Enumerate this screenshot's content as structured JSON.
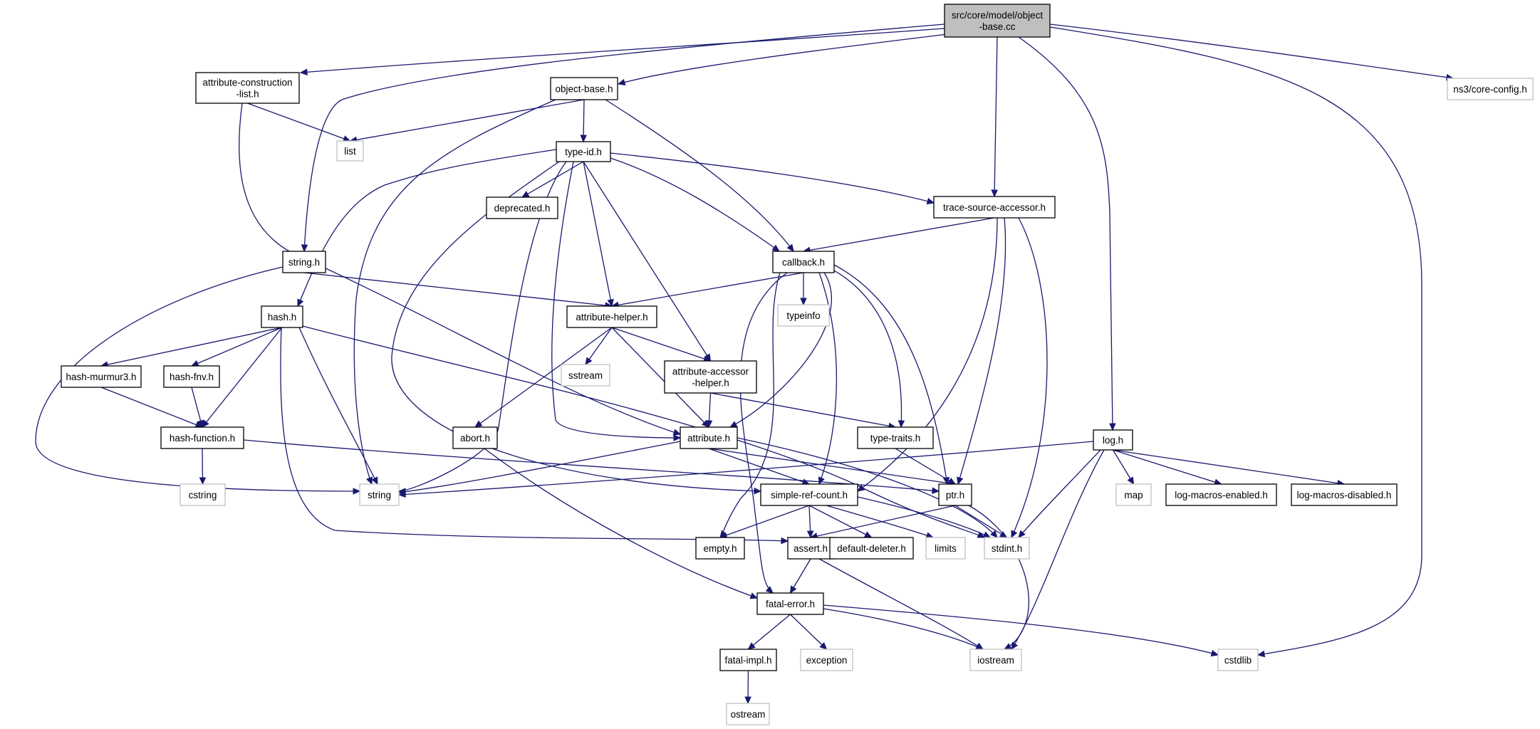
{
  "diagram": {
    "type": "include-dependency-graph",
    "nodes": [
      {
        "id": "root",
        "lines": [
          "src/core/model/object",
          "-base.cc"
        ],
        "kind": "root"
      },
      {
        "id": "acl",
        "lines": [
          "attribute-construction",
          "-list.h"
        ],
        "kind": "header"
      },
      {
        "id": "obase",
        "lines": [
          "object-base.h"
        ],
        "kind": "header"
      },
      {
        "id": "nscfg",
        "lines": [
          "ns3/core-config.h"
        ],
        "kind": "external"
      },
      {
        "id": "list",
        "lines": [
          "list"
        ],
        "kind": "external"
      },
      {
        "id": "typeid",
        "lines": [
          "type-id.h"
        ],
        "kind": "header"
      },
      {
        "id": "deprecated",
        "lines": [
          "deprecated.h"
        ],
        "kind": "header"
      },
      {
        "id": "tsa",
        "lines": [
          "trace-source-accessor.h"
        ],
        "kind": "header"
      },
      {
        "id": "stringh",
        "lines": [
          "string.h"
        ],
        "kind": "header"
      },
      {
        "id": "callback",
        "lines": [
          "callback.h"
        ],
        "kind": "header"
      },
      {
        "id": "typeinfo",
        "lines": [
          "typeinfo"
        ],
        "kind": "external"
      },
      {
        "id": "hash",
        "lines": [
          "hash.h"
        ],
        "kind": "header"
      },
      {
        "id": "ahelper",
        "lines": [
          "attribute-helper.h"
        ],
        "kind": "header"
      },
      {
        "id": "sstream",
        "lines": [
          "sstream"
        ],
        "kind": "external"
      },
      {
        "id": "aaccessor",
        "lines": [
          "attribute-accessor",
          "-helper.h"
        ],
        "kind": "header"
      },
      {
        "id": "murmur",
        "lines": [
          "hash-murmur3.h"
        ],
        "kind": "header"
      },
      {
        "id": "fnv",
        "lines": [
          "hash-fnv.h"
        ],
        "kind": "header"
      },
      {
        "id": "hfunc",
        "lines": [
          "hash-function.h"
        ],
        "kind": "header"
      },
      {
        "id": "abort",
        "lines": [
          "abort.h"
        ],
        "kind": "header"
      },
      {
        "id": "attr",
        "lines": [
          "attribute.h"
        ],
        "kind": "header"
      },
      {
        "id": "ttraits",
        "lines": [
          "type-traits.h"
        ],
        "kind": "header"
      },
      {
        "id": "log",
        "lines": [
          "log.h"
        ],
        "kind": "header"
      },
      {
        "id": "cstring",
        "lines": [
          "cstring"
        ],
        "kind": "external"
      },
      {
        "id": "string",
        "lines": [
          "string"
        ],
        "kind": "external"
      },
      {
        "id": "src",
        "lines": [
          "simple-ref-count.h"
        ],
        "kind": "header"
      },
      {
        "id": "ptr",
        "lines": [
          "ptr.h"
        ],
        "kind": "header"
      },
      {
        "id": "map",
        "lines": [
          "map"
        ],
        "kind": "external"
      },
      {
        "id": "lme",
        "lines": [
          "log-macros-enabled.h"
        ],
        "kind": "header"
      },
      {
        "id": "lmd",
        "lines": [
          "log-macros-disabled.h"
        ],
        "kind": "header"
      },
      {
        "id": "empty",
        "lines": [
          "empty.h"
        ],
        "kind": "header"
      },
      {
        "id": "assert",
        "lines": [
          "assert.h"
        ],
        "kind": "header"
      },
      {
        "id": "ddeleter",
        "lines": [
          "default-deleter.h"
        ],
        "kind": "header"
      },
      {
        "id": "limits",
        "lines": [
          "limits"
        ],
        "kind": "external"
      },
      {
        "id": "stdint",
        "lines": [
          "stdint.h"
        ],
        "kind": "external"
      },
      {
        "id": "fatal",
        "lines": [
          "fatal-error.h"
        ],
        "kind": "header"
      },
      {
        "id": "fimpl",
        "lines": [
          "fatal-impl.h"
        ],
        "kind": "header"
      },
      {
        "id": "exception",
        "lines": [
          "exception"
        ],
        "kind": "external"
      },
      {
        "id": "iostream",
        "lines": [
          "iostream"
        ],
        "kind": "external"
      },
      {
        "id": "cstdlib",
        "lines": [
          "cstdlib"
        ],
        "kind": "external"
      },
      {
        "id": "ostream",
        "lines": [
          "ostream"
        ],
        "kind": "external"
      }
    ],
    "edges": [
      [
        "root",
        "acl"
      ],
      [
        "root",
        "obase"
      ],
      [
        "root",
        "stringh"
      ],
      [
        "root",
        "tsa"
      ],
      [
        "root",
        "log"
      ],
      [
        "root",
        "cstdlib"
      ],
      [
        "root",
        "nscfg"
      ],
      [
        "acl",
        "list"
      ],
      [
        "acl",
        "attr"
      ],
      [
        "obase",
        "list"
      ],
      [
        "obase",
        "typeid"
      ],
      [
        "obase",
        "callback"
      ],
      [
        "obase",
        "string"
      ],
      [
        "typeid",
        "deprecated"
      ],
      [
        "typeid",
        "tsa"
      ],
      [
        "typeid",
        "callback"
      ],
      [
        "typeid",
        "hash"
      ],
      [
        "typeid",
        "ahelper"
      ],
      [
        "typeid",
        "aaccessor"
      ],
      [
        "typeid",
        "attr"
      ],
      [
        "typeid",
        "string"
      ],
      [
        "typeid",
        "src"
      ],
      [
        "tsa",
        "callback"
      ],
      [
        "tsa",
        "src"
      ],
      [
        "tsa",
        "ptr"
      ],
      [
        "tsa",
        "stdint"
      ],
      [
        "stringh",
        "ahelper"
      ],
      [
        "stringh",
        "string"
      ],
      [
        "callback",
        "ahelper"
      ],
      [
        "callback",
        "typeinfo"
      ],
      [
        "callback",
        "ttraits"
      ],
      [
        "callback",
        "attr"
      ],
      [
        "callback",
        "src"
      ],
      [
        "callback",
        "ptr"
      ],
      [
        "callback",
        "empty"
      ],
      [
        "callback",
        "fatal"
      ],
      [
        "hash",
        "murmur"
      ],
      [
        "hash",
        "fnv"
      ],
      [
        "hash",
        "hfunc"
      ],
      [
        "hash",
        "string"
      ],
      [
        "hash",
        "assert"
      ],
      [
        "hash",
        "stdint"
      ],
      [
        "ahelper",
        "sstream"
      ],
      [
        "ahelper",
        "aaccessor"
      ],
      [
        "ahelper",
        "abort"
      ],
      [
        "ahelper",
        "attr"
      ],
      [
        "aaccessor",
        "attr"
      ],
      [
        "aaccessor",
        "ttraits"
      ],
      [
        "murmur",
        "hfunc"
      ],
      [
        "fnv",
        "hfunc"
      ],
      [
        "hfunc",
        "cstring"
      ],
      [
        "hfunc",
        "ptr"
      ],
      [
        "abort",
        "fatal"
      ],
      [
        "attr",
        "string"
      ],
      [
        "attr",
        "src"
      ],
      [
        "attr",
        "ptr"
      ],
      [
        "attr",
        "stdint"
      ],
      [
        "ttraits",
        "ptr"
      ],
      [
        "log",
        "string"
      ],
      [
        "log",
        "map"
      ],
      [
        "log",
        "lme"
      ],
      [
        "log",
        "lmd"
      ],
      [
        "log",
        "stdint"
      ],
      [
        "log",
        "iostream"
      ],
      [
        "src",
        "empty"
      ],
      [
        "src",
        "assert"
      ],
      [
        "src",
        "ddeleter"
      ],
      [
        "src",
        "limits"
      ],
      [
        "src",
        "stdint"
      ],
      [
        "ptr",
        "assert"
      ],
      [
        "ptr",
        "stdint"
      ],
      [
        "ptr",
        "iostream"
      ],
      [
        "assert",
        "fatal"
      ],
      [
        "assert",
        "iostream"
      ],
      [
        "fatal",
        "fimpl"
      ],
      [
        "fatal",
        "exception"
      ],
      [
        "fatal",
        "iostream"
      ],
      [
        "fatal",
        "cstdlib"
      ],
      [
        "fimpl",
        "ostream"
      ]
    ]
  }
}
